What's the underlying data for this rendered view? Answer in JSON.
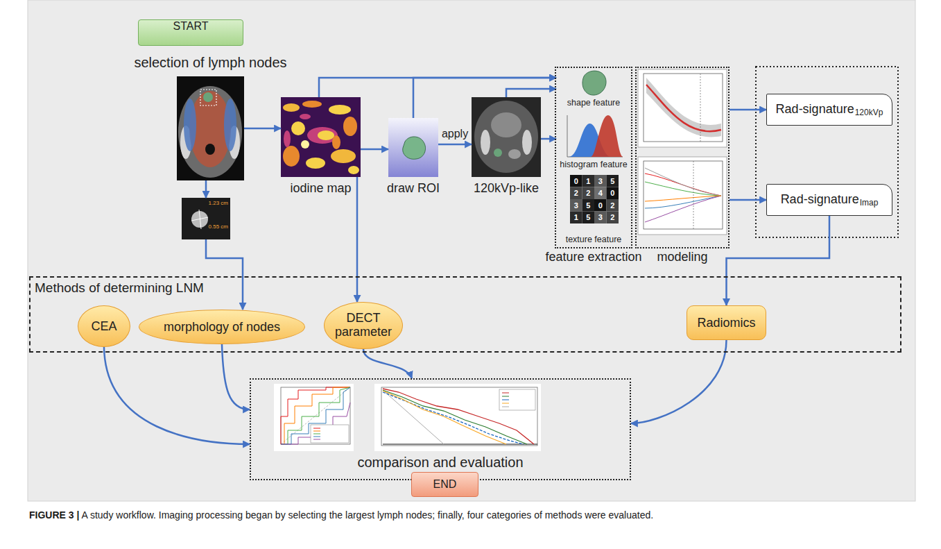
{
  "diagram": {
    "caption": "FIGURE 3 | A study workflow. Imaging processing began by selecting the largest lymph nodes; finally, four categories of methods were evaluated.",
    "nodes": [
      {
        "text": [
          "START"
        ]
      },
      {
        "text": [
          "selection of lymph nodes"
        ]
      },
      {
        "text": [
          "1.23 cm",
          "0.55 cm"
        ]
      },
      {
        "text": [
          "iodine map"
        ]
      },
      {
        "text": [
          "draw ROI"
        ]
      },
      {
        "text": [
          "120kVp-like"
        ]
      },
      {
        "text": [
          "feature extraction"
        ]
      },
      {
        "text": [
          "shape feature"
        ],
        "in": 6
      },
      {
        "text": [
          "histogram feature"
        ],
        "in": 6
      },
      {
        "text": [
          "texture feature"
        ],
        "in": 6
      },
      {
        "text": [
          "modeling"
        ]
      },
      {
        "text": [
          "Rad-signature",
          "120kVp"
        ]
      },
      {
        "text": [
          "Rad-signature",
          "Imap"
        ]
      },
      {
        "text": [
          "Methods of determining LNM"
        ]
      },
      {
        "text": [
          "CEA"
        ],
        "in": 13
      },
      {
        "text": [
          "morphology of nodes"
        ],
        "in": 13
      },
      {
        "text": [
          "DECT parameter"
        ],
        "in": 13
      },
      {
        "text": [
          "Radiomics"
        ],
        "in": 13
      },
      {
        "text": [
          "comparison and evaluation"
        ]
      },
      {
        "text": [
          "END"
        ]
      }
    ],
    "edges": [
      {
        "from": 1,
        "to": 2,
        "arrow": "to"
      },
      {
        "from": 1,
        "to": 3,
        "arrow": "to"
      },
      {
        "from": 3,
        "to": 4,
        "arrow": "to"
      },
      {
        "from": 4,
        "to": 5,
        "label": "apply",
        "arrow": "to"
      },
      {
        "from": 3,
        "to": 7,
        "arrow": "to"
      },
      {
        "from": 4,
        "to": 7,
        "arrow": "to"
      },
      {
        "from": 5,
        "to": 7,
        "arrow": "to"
      },
      {
        "from": 5,
        "to": 8,
        "arrow": "to"
      },
      {
        "from": 10,
        "to": 11,
        "arrow": "to"
      },
      {
        "from": 10,
        "to": 12,
        "arrow": "to"
      },
      {
        "from": 2,
        "to": 15,
        "arrow": "to"
      },
      {
        "from": 3,
        "to": 16,
        "arrow": "to"
      },
      {
        "from": 12,
        "to": 17,
        "arrow": "to"
      },
      {
        "from": 14,
        "to": 18,
        "arrow": "to"
      },
      {
        "from": 15,
        "to": 18,
        "arrow": "to"
      },
      {
        "from": 16,
        "to": 18,
        "arrow": "to"
      },
      {
        "from": 17,
        "to": 18,
        "arrow": "to"
      }
    ],
    "labels": [
      "0",
      "1",
      "3",
      "5",
      "2",
      "2",
      "4",
      "0",
      "3",
      "5",
      "0",
      "2",
      "1",
      "5",
      "3",
      "2"
    ]
  }
}
